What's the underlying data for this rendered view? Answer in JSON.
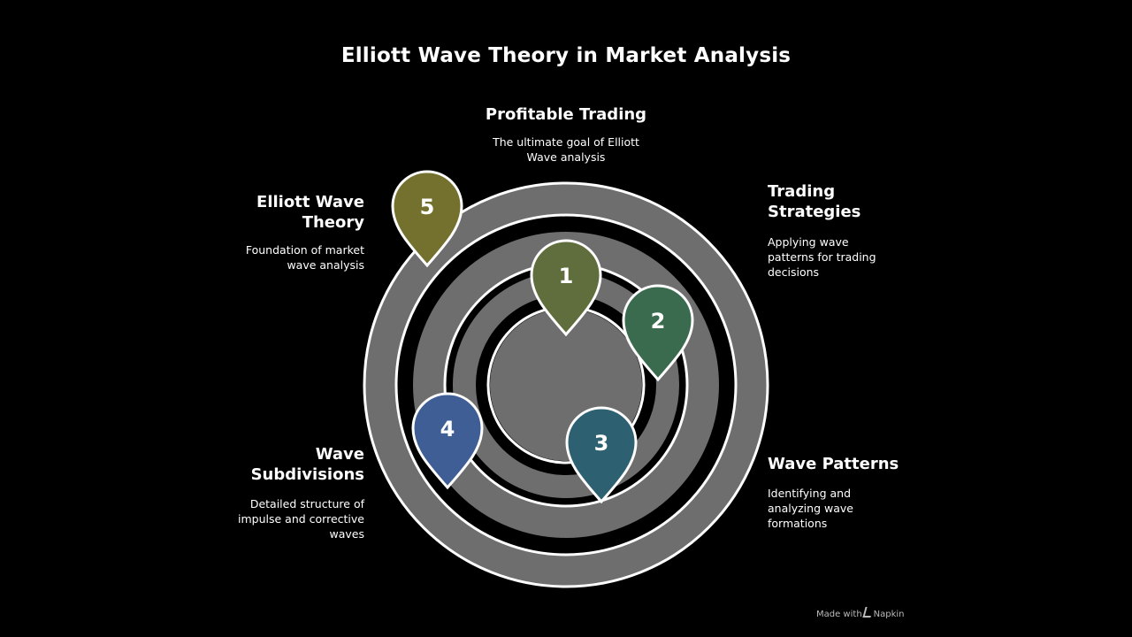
{
  "title": "Elliott Wave Theory in Market Analysis",
  "colors": {
    "background": "#000000",
    "ring": "#6e6e6e",
    "ring_outline": "#ffffff"
  },
  "sections": {
    "top": {
      "heading": "Profitable Trading",
      "desc_lines": [
        "The ultimate goal of Elliott",
        "Wave analysis"
      ]
    },
    "top_right": {
      "heading_lines": [
        "Trading",
        "Strategies"
      ],
      "desc_lines": [
        "Applying wave",
        "patterns for trading",
        "decisions"
      ]
    },
    "bottom_right": {
      "heading": "Wave Patterns",
      "desc_lines": [
        "Identifying and",
        "analyzing wave",
        "formations"
      ]
    },
    "top_left": {
      "heading_lines": [
        "Elliott Wave",
        "Theory"
      ],
      "desc_lines": [
        "Foundation of market",
        "wave analysis"
      ]
    },
    "bottom_left": {
      "heading_lines": [
        "Wave",
        "Subdivisions"
      ],
      "desc_lines": [
        "Detailed structure of",
        "impulse and corrective",
        "waves"
      ]
    }
  },
  "markers": [
    {
      "label": "1",
      "color": "#5f6e3c"
    },
    {
      "label": "2",
      "color": "#3a6b4e"
    },
    {
      "label": "3",
      "color": "#2d6070"
    },
    {
      "label": "4",
      "color": "#3f5e96"
    },
    {
      "label": "5",
      "color": "#74712f"
    }
  ],
  "watermark": {
    "prefix": "Made with",
    "brand": "Napkin"
  }
}
